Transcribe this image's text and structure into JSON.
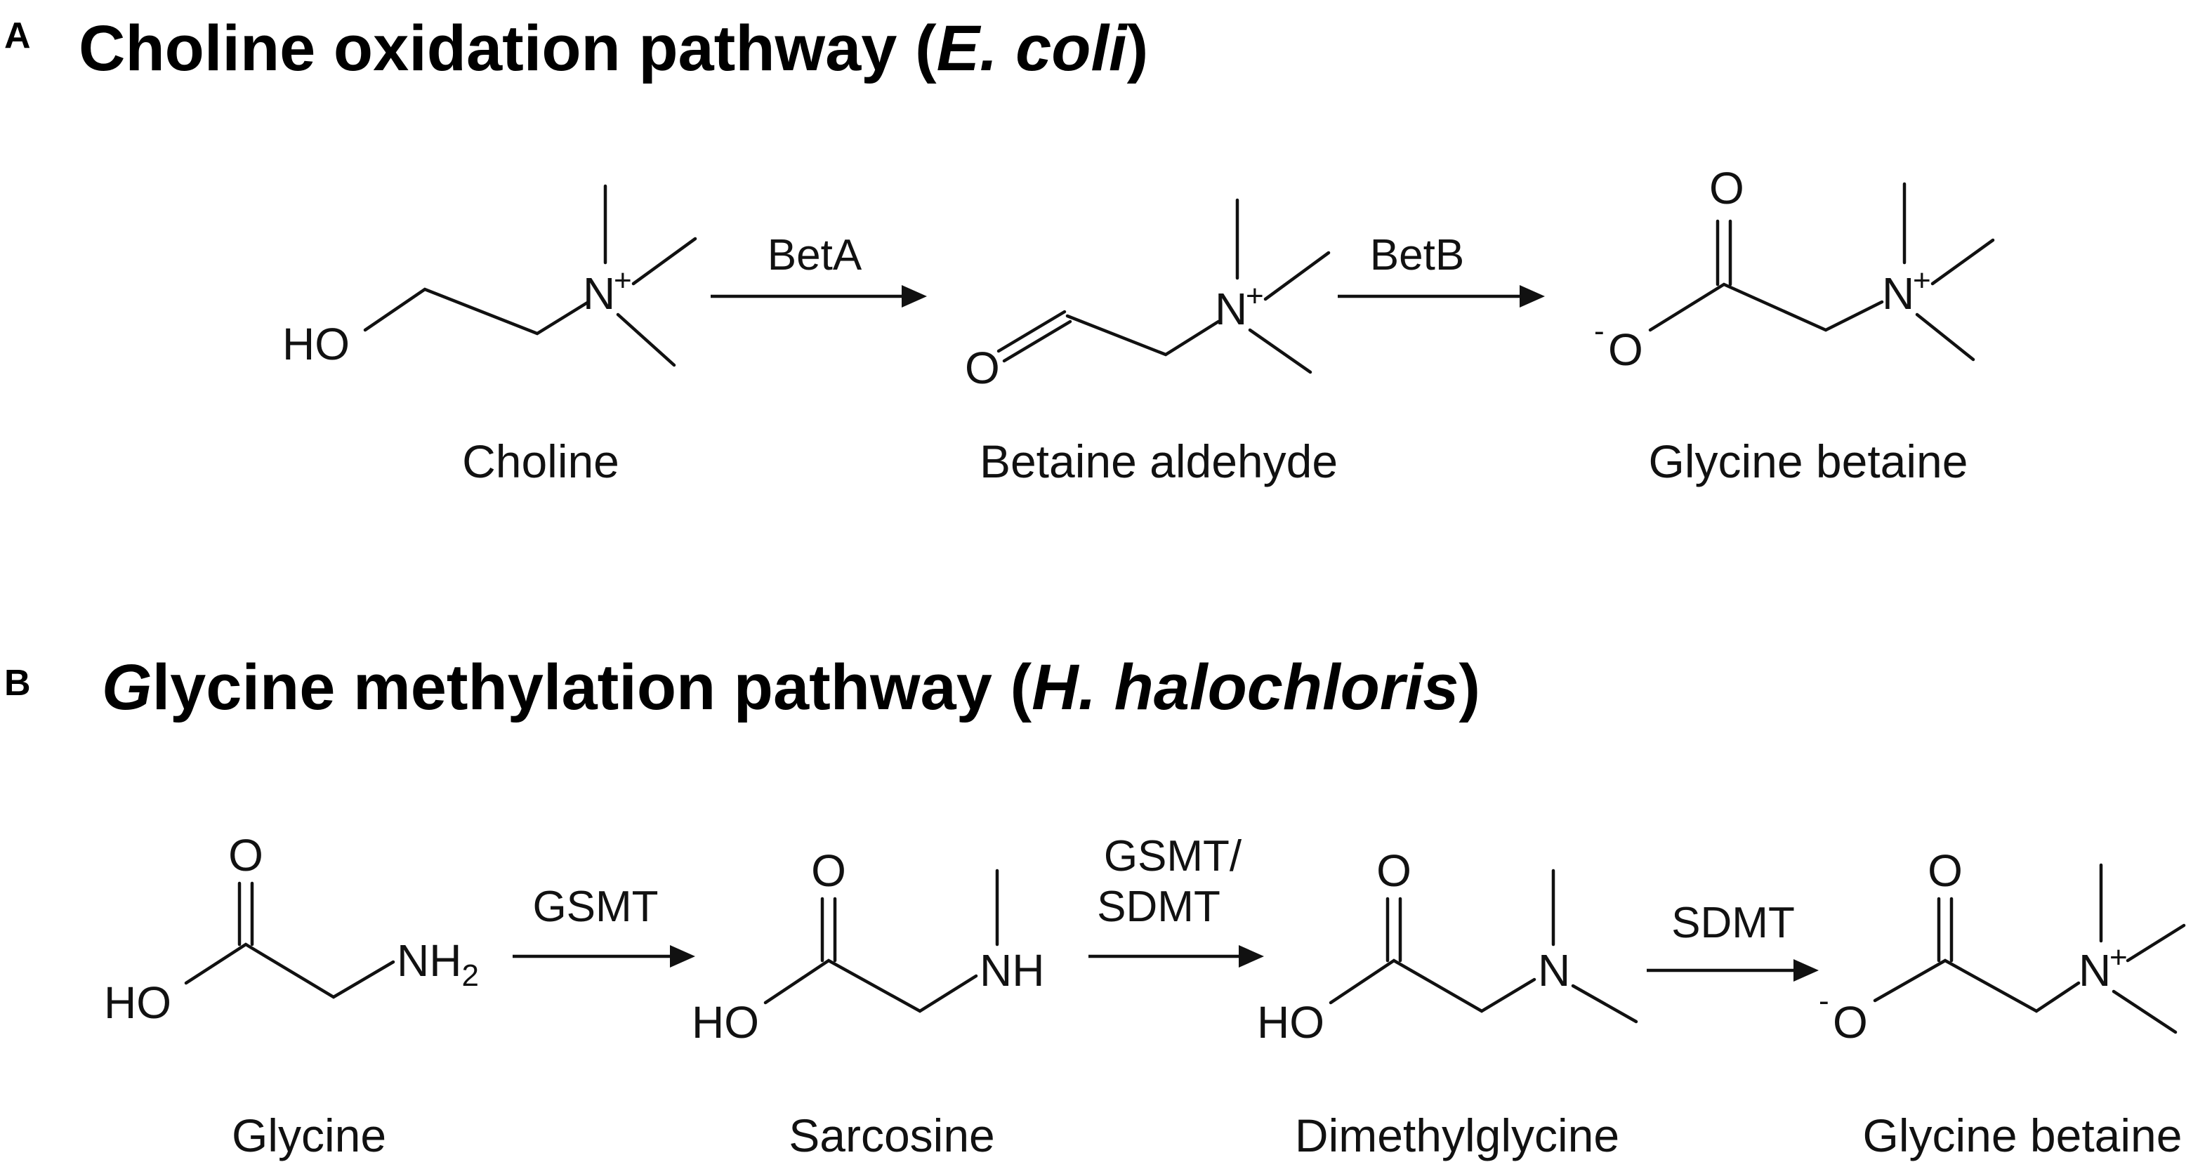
{
  "panel_a": {
    "letter": "A",
    "title_prefix": "Choline oxidation pathway (",
    "title_organism": "E. coli",
    "title_suffix": ")",
    "enzymes": [
      "BetA",
      "BetB"
    ],
    "compounds": [
      "Choline",
      "Betaine aldehyde",
      "Glycine betaine"
    ]
  },
  "panel_b": {
    "letter": "B",
    "title_initial": "G",
    "title_prefix": "lycine methylation pathway (",
    "title_organism": "H. halochloris",
    "title_suffix": ")",
    "enzymes": [
      "GSMT",
      "GSMT/",
      "SDMT",
      "SDMT"
    ],
    "compounds": [
      "Glycine",
      "Sarcosine",
      "Dimethylglycine",
      "Glycine betaine"
    ]
  },
  "atoms": {
    "ho": "HO",
    "o": "O",
    "o_minus": "-",
    "n": "N",
    "n_plus": "+",
    "nh": "NH",
    "nh2": "NH",
    "sub2": "2"
  }
}
